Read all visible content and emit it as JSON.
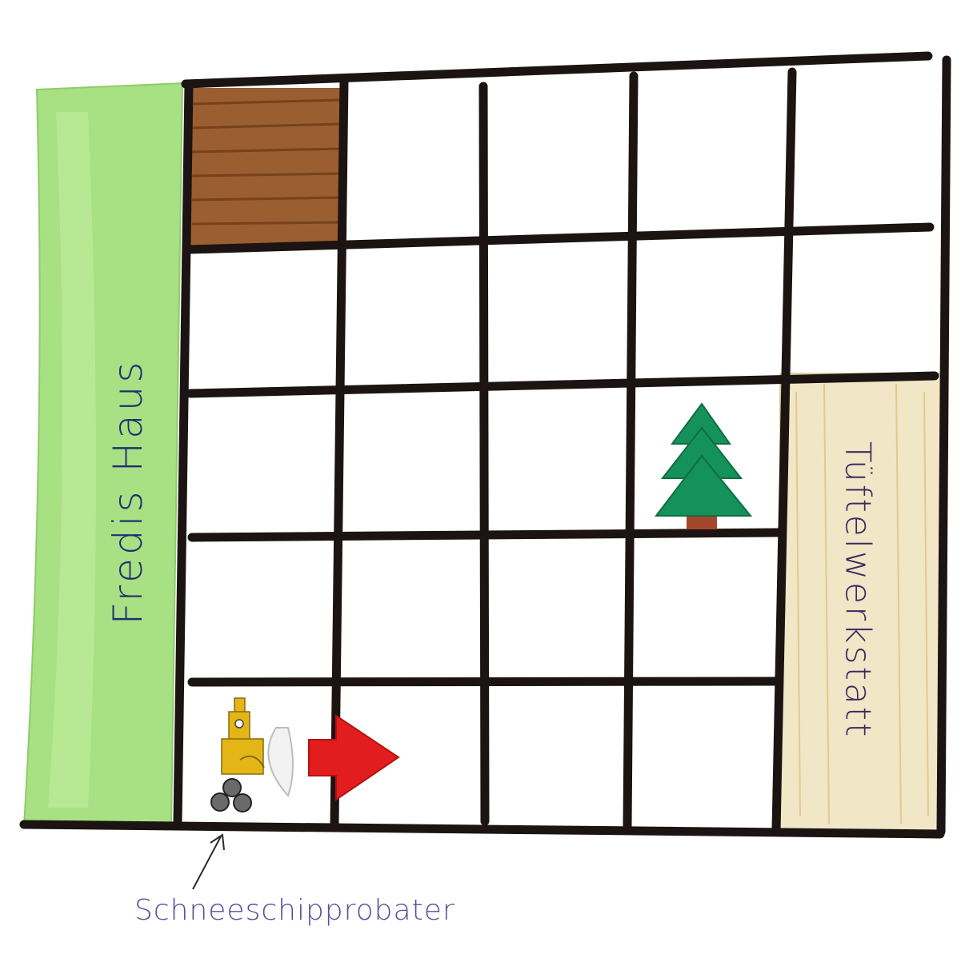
{
  "labels": {
    "house": "Fredis Haus",
    "workshop": "Tüftelwerkstatt",
    "robot_caption": "Schneeschipprobater"
  },
  "grid": {
    "rows": 5,
    "columns": 5
  },
  "colors": {
    "house_fill": "#a8e084",
    "workshop_fill": "#f1e6c6",
    "obstacle_wood": "#8a5228",
    "tree_green": "#15915a",
    "tree_trunk": "#a4462c",
    "arrow_red": "#e21d1d",
    "robot_yellow": "#e4b516",
    "text_house": "#1f3070",
    "text_workshop": "#3a2a62",
    "text_caption": "#5a4e9c",
    "grid_line": "#1c1412"
  }
}
